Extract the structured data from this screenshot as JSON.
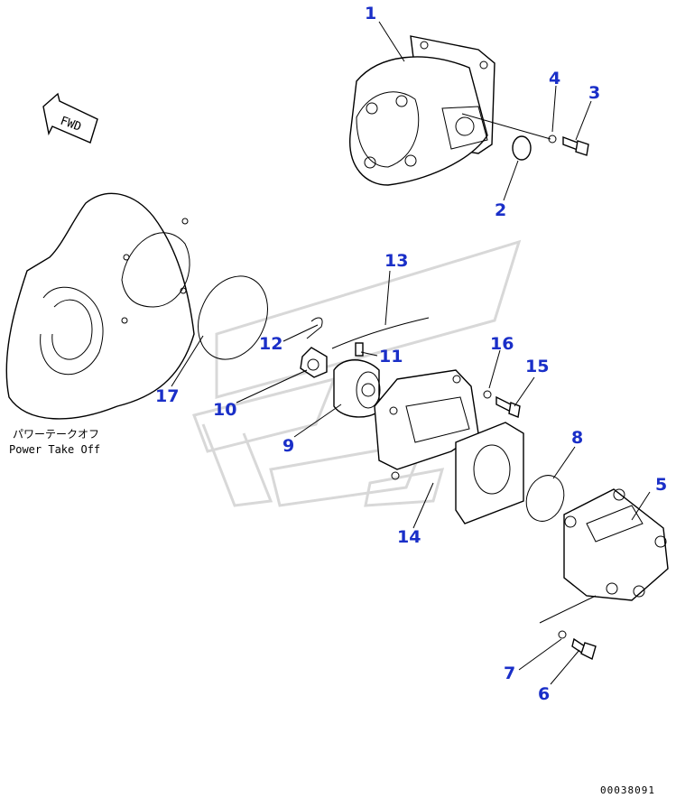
{
  "diagram": {
    "direction_label": "FWD",
    "caption_jp": "パワーテークオフ",
    "caption_en": "Power Take Off",
    "document_number": "00038091",
    "callouts": [
      "1",
      "2",
      "3",
      "4",
      "5",
      "6",
      "7",
      "8",
      "9",
      "10",
      "11",
      "12",
      "13",
      "14",
      "15",
      "16",
      "17"
    ],
    "callout_color": "#1a2fc8"
  }
}
